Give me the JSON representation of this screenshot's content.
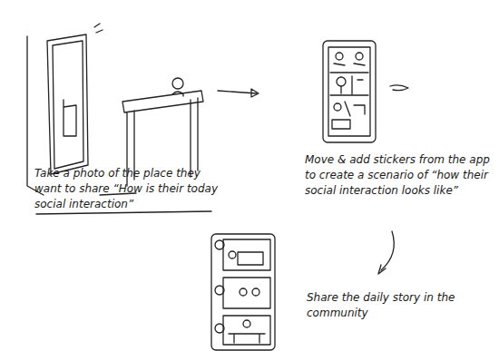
{
  "diagram": {
    "labels": [
      "Take a photo of the place they want to share “How is their today social interaction”",
      "Move & add stickers from the app to create a scenario of “how their social interaction looks like”",
      "Share the daily story in the community"
    ]
  }
}
